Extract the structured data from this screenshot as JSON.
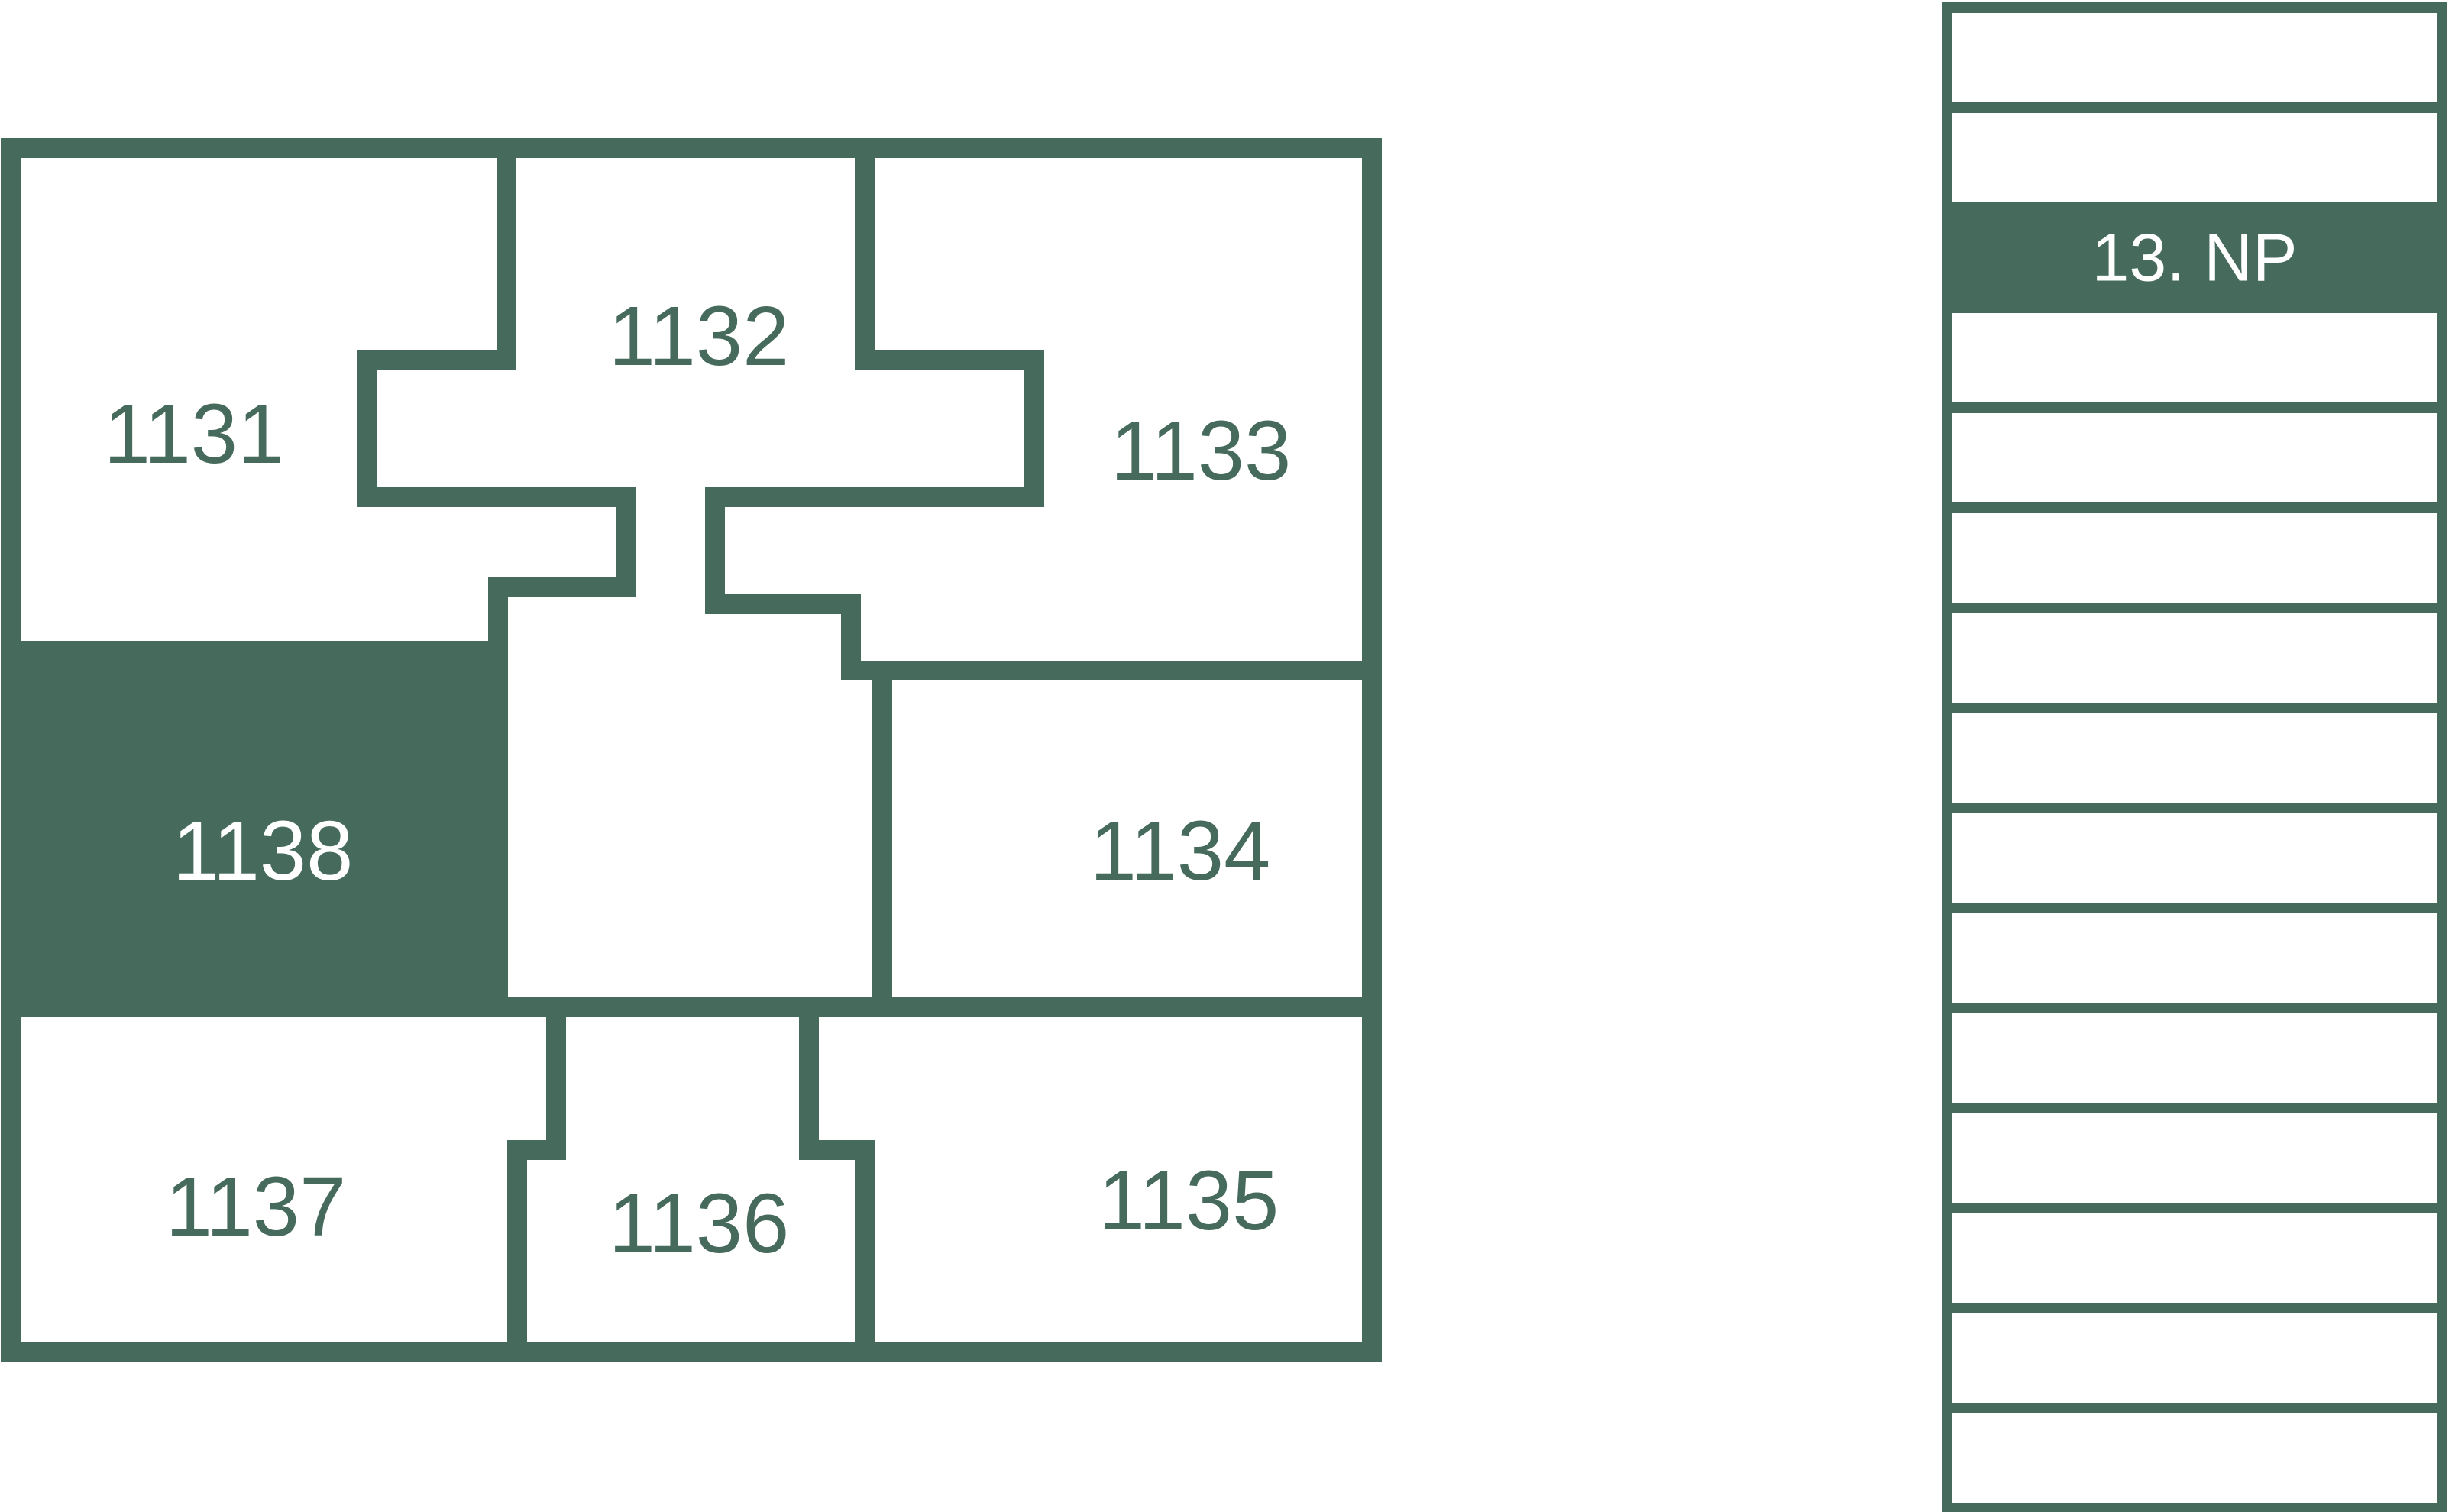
{
  "floor_plan": {
    "selected_unit": "1138",
    "units": [
      {
        "id": "1131",
        "label": "1131"
      },
      {
        "id": "1132",
        "label": "1132"
      },
      {
        "id": "1133",
        "label": "1133"
      },
      {
        "id": "1134",
        "label": "1134"
      },
      {
        "id": "1135",
        "label": "1135"
      },
      {
        "id": "1136",
        "label": "1136"
      },
      {
        "id": "1137",
        "label": "1137"
      },
      {
        "id": "1138",
        "label": "1138"
      }
    ]
  },
  "floor_selector": {
    "active_floor_label": "13. NP",
    "total_floors": 15,
    "active_floor_index": 2
  },
  "colors": {
    "accent": "#466b5d",
    "background": "#ffffff"
  }
}
